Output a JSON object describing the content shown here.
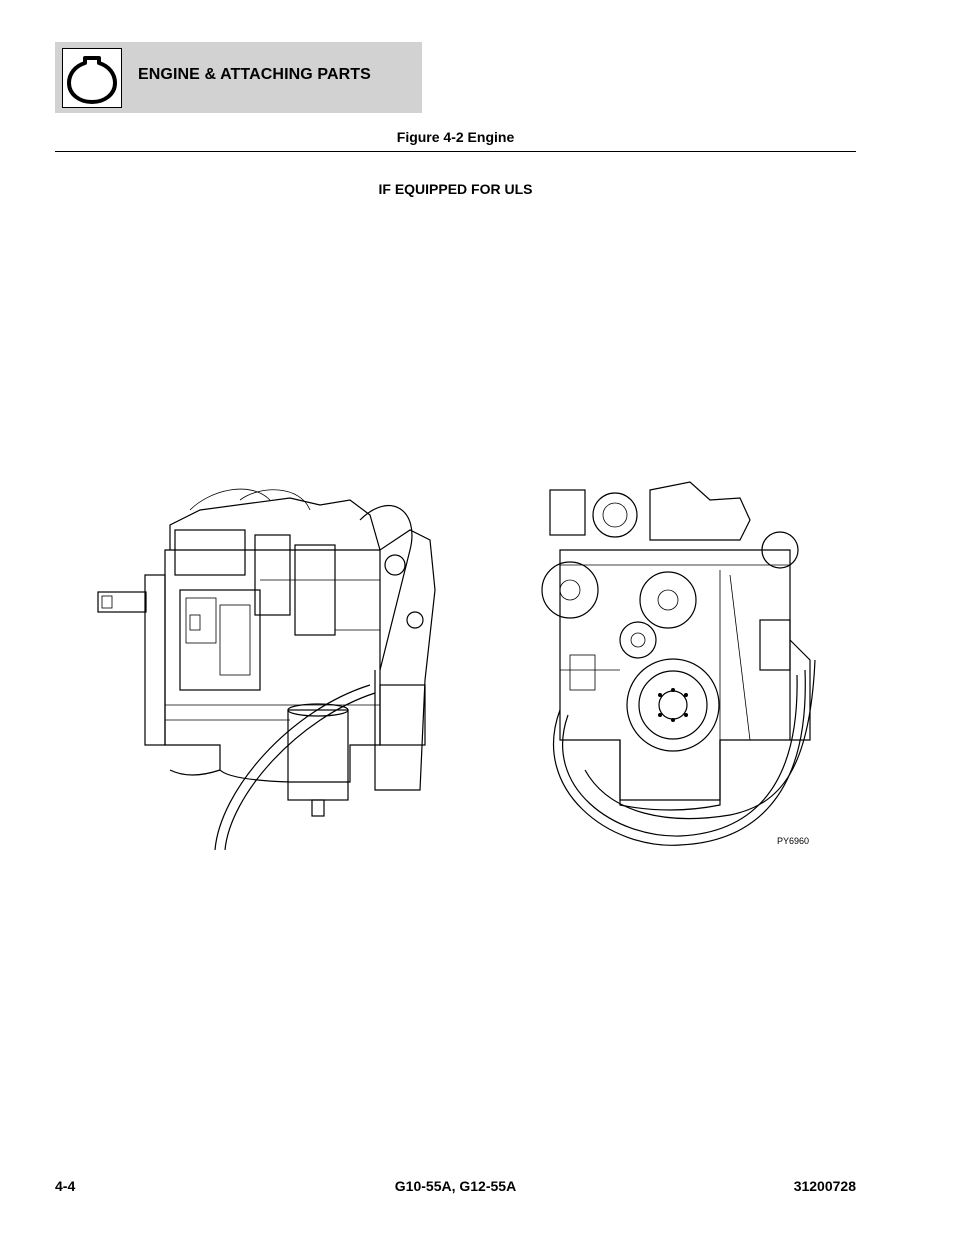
{
  "header": {
    "section_title": "ENGINE & ATTACHING PARTS",
    "icon": "engine-section-icon"
  },
  "figure": {
    "title": "Figure 4-2 Engine",
    "subtitle": "IF EQUIPPED FOR ULS",
    "code": "PY6960"
  },
  "footer": {
    "page_number": "4-4",
    "models": "G10-55A, G12-55A",
    "doc_number": "31200728"
  }
}
